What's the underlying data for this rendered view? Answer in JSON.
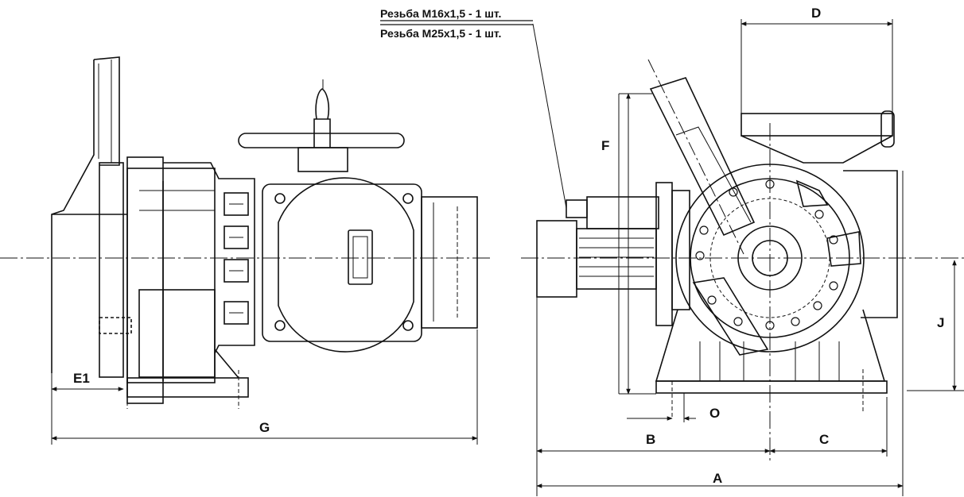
{
  "thread_callouts": [
    "Резьба М16х1,5 - 1 шт.",
    "Резьба М25х1,5 - 1 шт."
  ],
  "dimensions": {
    "D": "D",
    "F": "F",
    "E1": "E1",
    "G": "G",
    "J": "J",
    "O": "O",
    "B": "B",
    "C": "C",
    "A": "A"
  }
}
